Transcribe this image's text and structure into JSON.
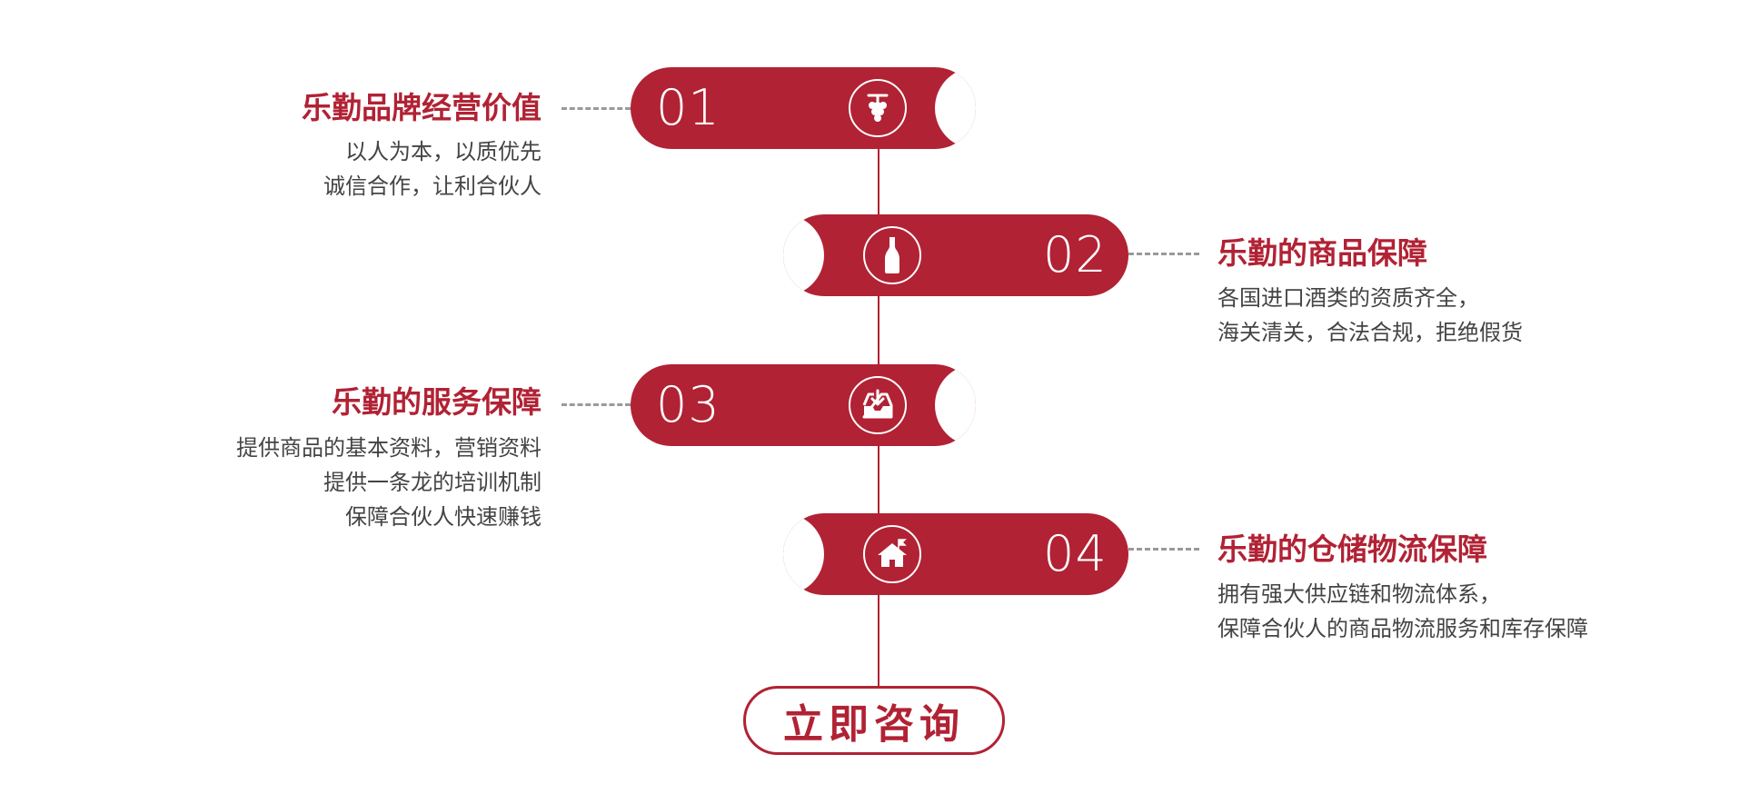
{
  "colors": {
    "accent": "#b12234",
    "text": "#444444",
    "dash": "#9a9a9a"
  },
  "steps": [
    {
      "number": "01",
      "icon": "grapes-icon",
      "title": "乐勤品牌经营价值",
      "lines": [
        "以人为本，以质优先",
        "诚信合作，让利合伙人"
      ]
    },
    {
      "number": "02",
      "icon": "wine-bottle-icon",
      "title": "乐勤的商品保障",
      "lines": [
        "各国进口酒类的资质齐全，",
        "海关清关，合法合规，拒绝假货"
      ]
    },
    {
      "number": "03",
      "icon": "inbox-download-icon",
      "title": "乐勤的服务保障",
      "lines": [
        "提供商品的基本资料，营销资料",
        "提供一条龙的培训机制",
        "保障合伙人快速赚钱"
      ]
    },
    {
      "number": "04",
      "icon": "house-flag-icon",
      "title": "乐勤的仓储物流保障",
      "lines": [
        "拥有强大供应链和物流体系，",
        "保障合伙人的商品物流服务和库存保障"
      ]
    }
  ],
  "cta": {
    "label": "立即咨询"
  }
}
